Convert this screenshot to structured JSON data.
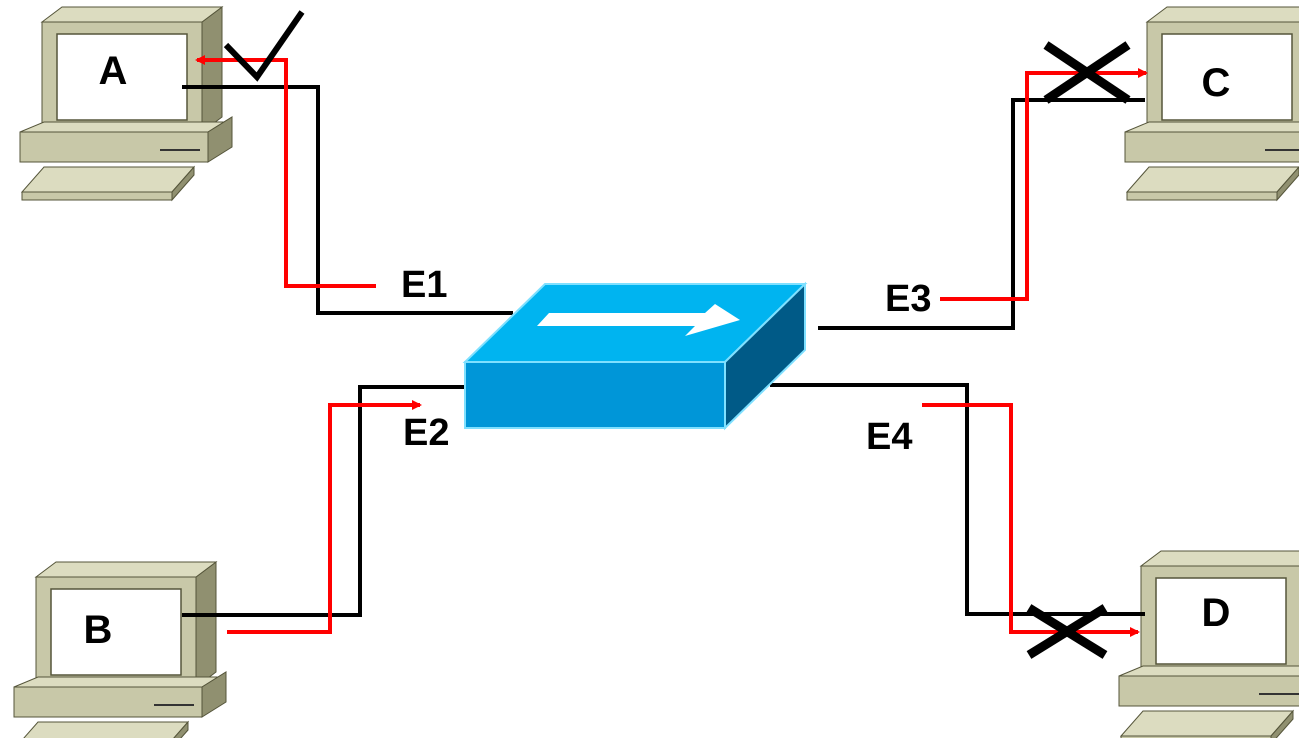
{
  "computers": [
    {
      "id": "A",
      "label": "A",
      "status": "receives",
      "status_mark": "check-icon"
    },
    {
      "id": "B",
      "label": "B",
      "status": "sender"
    },
    {
      "id": "C",
      "label": "C",
      "status": "blocked",
      "status_mark": "cross-icon"
    },
    {
      "id": "D",
      "label": "D",
      "status": "blocked",
      "status_mark": "cross-icon"
    }
  ],
  "ports": {
    "e1": "E1",
    "e2": "E2",
    "e3": "E3",
    "e4": "E4"
  },
  "colors": {
    "cable": "#000000",
    "frame_path": "#ff0000",
    "switch_top": "#00b4f0",
    "switch_front": "#0096d8",
    "switch_side": "#005a87",
    "pc_body": "#c8c8a8",
    "pc_dark": "#909070"
  },
  "icons": {
    "switch": "switch-icon",
    "check": "check-icon",
    "cross": "cross-icon"
  }
}
